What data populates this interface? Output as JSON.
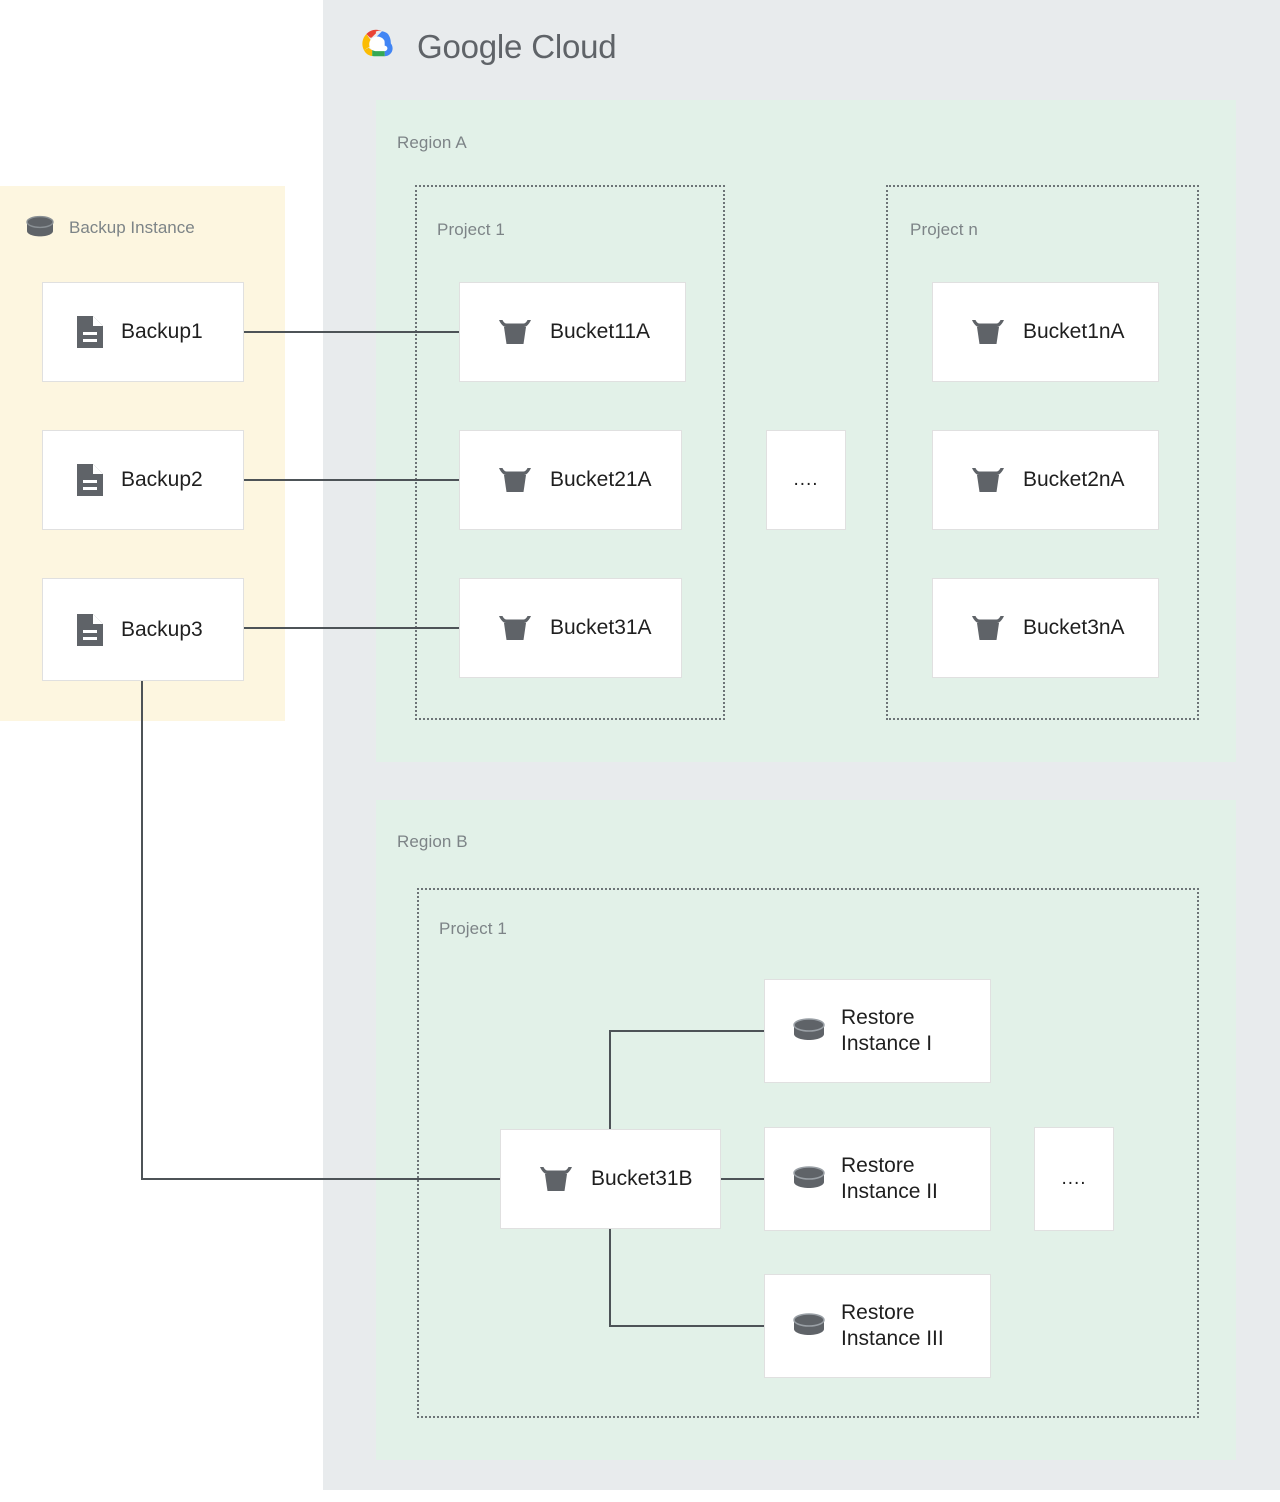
{
  "logo": {
    "name": "google-cloud-logo",
    "text_bold": "Google",
    "text_light": "Cloud",
    "colors": {
      "red": "#ea4335",
      "yellow": "#fbbc04",
      "green": "#34a853",
      "blue": "#4285f4"
    }
  },
  "colors": {
    "cloud_panel": "#e8ebed",
    "backup_panel": "#fdf6e0",
    "region_panel": "#e2f1e8",
    "card_bg": "#ffffff",
    "card_border": "#e0e0e0",
    "icon_gray": "#5f6368",
    "label_gray": "#7d8487",
    "text_dark": "#1f1f1f",
    "connector": "#4d5357",
    "project_border": "#6d7477"
  },
  "backup_instance": {
    "title": "Backup Instance",
    "icon": "database-cylinder-icon",
    "items": [
      {
        "label": "Backup1",
        "icon": "document-icon"
      },
      {
        "label": "Backup2",
        "icon": "document-icon"
      },
      {
        "label": "Backup3",
        "icon": "document-icon"
      }
    ]
  },
  "regions": [
    {
      "name": "Region A",
      "projects": [
        {
          "name": "Project 1",
          "items": [
            {
              "label": "Bucket11A",
              "icon": "storage-bucket-icon"
            },
            {
              "label": "Bucket21A",
              "icon": "storage-bucket-icon"
            },
            {
              "label": "Bucket31A",
              "icon": "storage-bucket-icon"
            }
          ]
        },
        {
          "name": "Project n",
          "items": [
            {
              "label": "Bucket1nA",
              "icon": "storage-bucket-icon"
            },
            {
              "label": "Bucket2nA",
              "icon": "storage-bucket-icon"
            },
            {
              "label": "Bucket3nA",
              "icon": "storage-bucket-icon"
            }
          ]
        }
      ],
      "ellipsis": "...."
    },
    {
      "name": "Region B",
      "projects": [
        {
          "name": "Project 1",
          "bucket": {
            "label": "Bucket31B",
            "icon": "storage-bucket-icon"
          },
          "restore_instances": [
            {
              "label": "Restore\nInstance I",
              "icon": "database-cylinder-icon"
            },
            {
              "label": "Restore\nInstance II",
              "icon": "database-cylinder-icon"
            },
            {
              "label": "Restore\nInstance III",
              "icon": "database-cylinder-icon"
            }
          ]
        }
      ],
      "ellipsis": "...."
    }
  ]
}
